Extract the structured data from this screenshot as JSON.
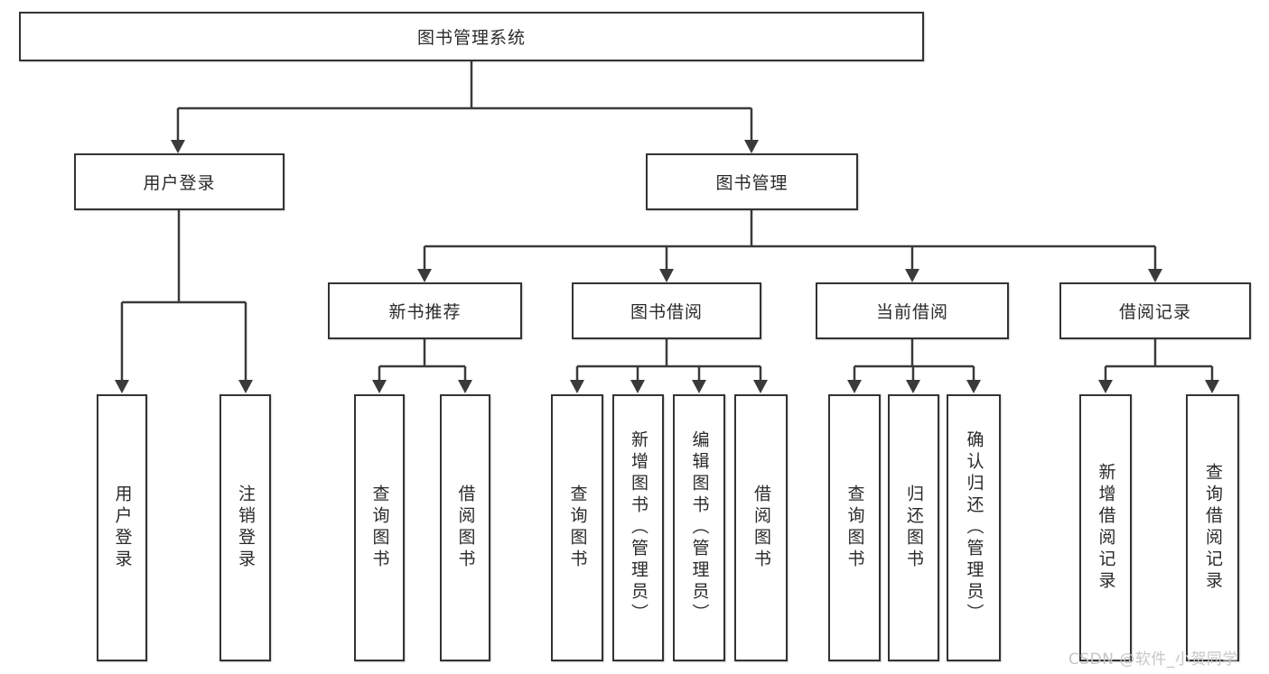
{
  "diagram": {
    "root": {
      "label": "图书管理系统"
    },
    "branches": [
      {
        "label": "用户登录"
      },
      {
        "label": "图书管理"
      }
    ],
    "sections": [
      {
        "label": "新书推荐",
        "parent": "图书管理"
      },
      {
        "label": "图书借阅",
        "parent": "图书管理"
      },
      {
        "label": "当前借阅",
        "parent": "图书管理"
      },
      {
        "label": "借阅记录",
        "parent": "图书管理"
      }
    ],
    "leaves": [
      {
        "label": "用户登录",
        "parent": "用户登录"
      },
      {
        "label": "注销登录",
        "parent": "用户登录"
      },
      {
        "label": "查询图书",
        "parent": "新书推荐"
      },
      {
        "label": "借阅图书",
        "parent": "新书推荐"
      },
      {
        "label": "查询图书",
        "parent": "图书借阅"
      },
      {
        "label": "新增图书（管理员）",
        "parent": "图书借阅"
      },
      {
        "label": "编辑图书（管理员）",
        "parent": "图书借阅"
      },
      {
        "label": "借阅图书",
        "parent": "图书借阅"
      },
      {
        "label": "查询图书",
        "parent": "当前借阅"
      },
      {
        "label": "归还图书",
        "parent": "当前借阅"
      },
      {
        "label": "确认归还（管理员）",
        "parent": "当前借阅"
      },
      {
        "label": "新增借阅记录",
        "parent": "借阅记录"
      },
      {
        "label": "查询借阅记录",
        "parent": "借阅记录"
      }
    ]
  },
  "watermark": {
    "text": "CSDN @软件_小贺同学",
    "color": "#c6c6c6"
  },
  "colors": {
    "line": "#3a3a3a",
    "box_border": "#333333",
    "text": "#2a2a2a",
    "background": "#ffffff"
  }
}
